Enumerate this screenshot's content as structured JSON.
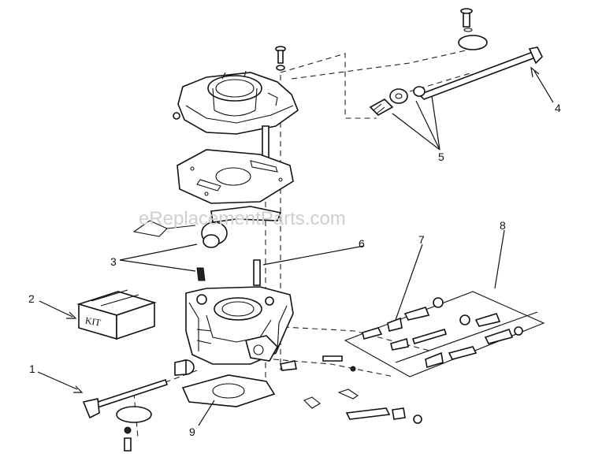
{
  "watermark": "eReplacementParts.com",
  "kit_label": "KIT",
  "callouts": [
    "1",
    "2",
    "3",
    "4",
    "5",
    "6",
    "7",
    "8",
    "9"
  ],
  "colors": {
    "ink": "#111111",
    "watermark": "#cfcfcf",
    "background": "#ffffff"
  }
}
